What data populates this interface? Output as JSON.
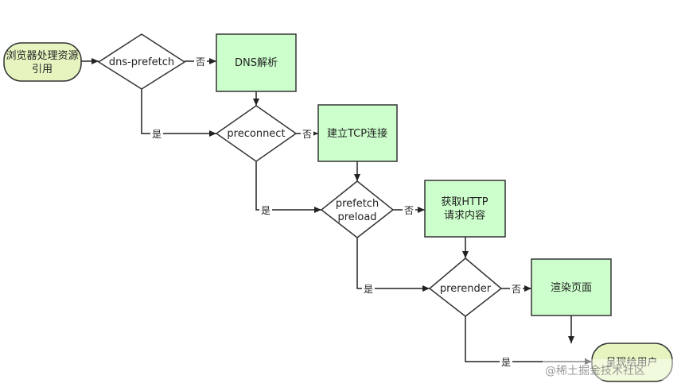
{
  "diagram": {
    "nodes": {
      "start": "浏览器处理资源引用",
      "dns_prefetch": "dns-prefetch",
      "dns_resolve": "DNS解析",
      "preconnect": "preconnect",
      "tcp": "建立TCP连接",
      "prefetch": "prefetch preload",
      "http": "获取HTTP请求内容",
      "prerender": "prerender",
      "render": "渲染页面",
      "end": "呈现给用户"
    },
    "edge_labels": {
      "no": "否",
      "yes": "是"
    },
    "colors": {
      "process_fill": "#ccffcc",
      "terminal_fill": "#e6f5c0",
      "stroke": "#333333"
    }
  },
  "watermark": {
    "text": "@稀土掘金技术社区"
  }
}
